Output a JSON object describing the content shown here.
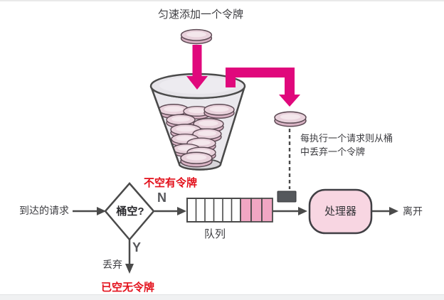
{
  "labels": {
    "add_token_title": "匀速添加一个令牌",
    "note_line1": "每执行一个请求则从桶",
    "note_line2": "中丢弃一个令牌",
    "arrival": "到达的请求",
    "decision": "桶空?",
    "branch_n": "N",
    "branch_y": "Y",
    "not_empty_annotation": "不空有令牌",
    "empty_annotation": "已空无令牌",
    "discard": "丢弃",
    "queue": "队列",
    "processor": "处理器",
    "leave": "离开"
  },
  "queue": {
    "total_cells": 9,
    "occupied_cells": 3
  },
  "bucket": {
    "visible_token_count": 12
  },
  "colors": {
    "magenta_arrow": "#e0087c",
    "red_annotation": "#e3101b",
    "flow_line": "#4a4a4a",
    "processor_fill": "#f8d6e2",
    "queue_occupied_fill": "#f1a6c3",
    "token_face": "#e9d2dc",
    "token_rim": "#d8b3c4",
    "bucket_fill": "#eae8ed",
    "valve_fill": "#55585c"
  }
}
